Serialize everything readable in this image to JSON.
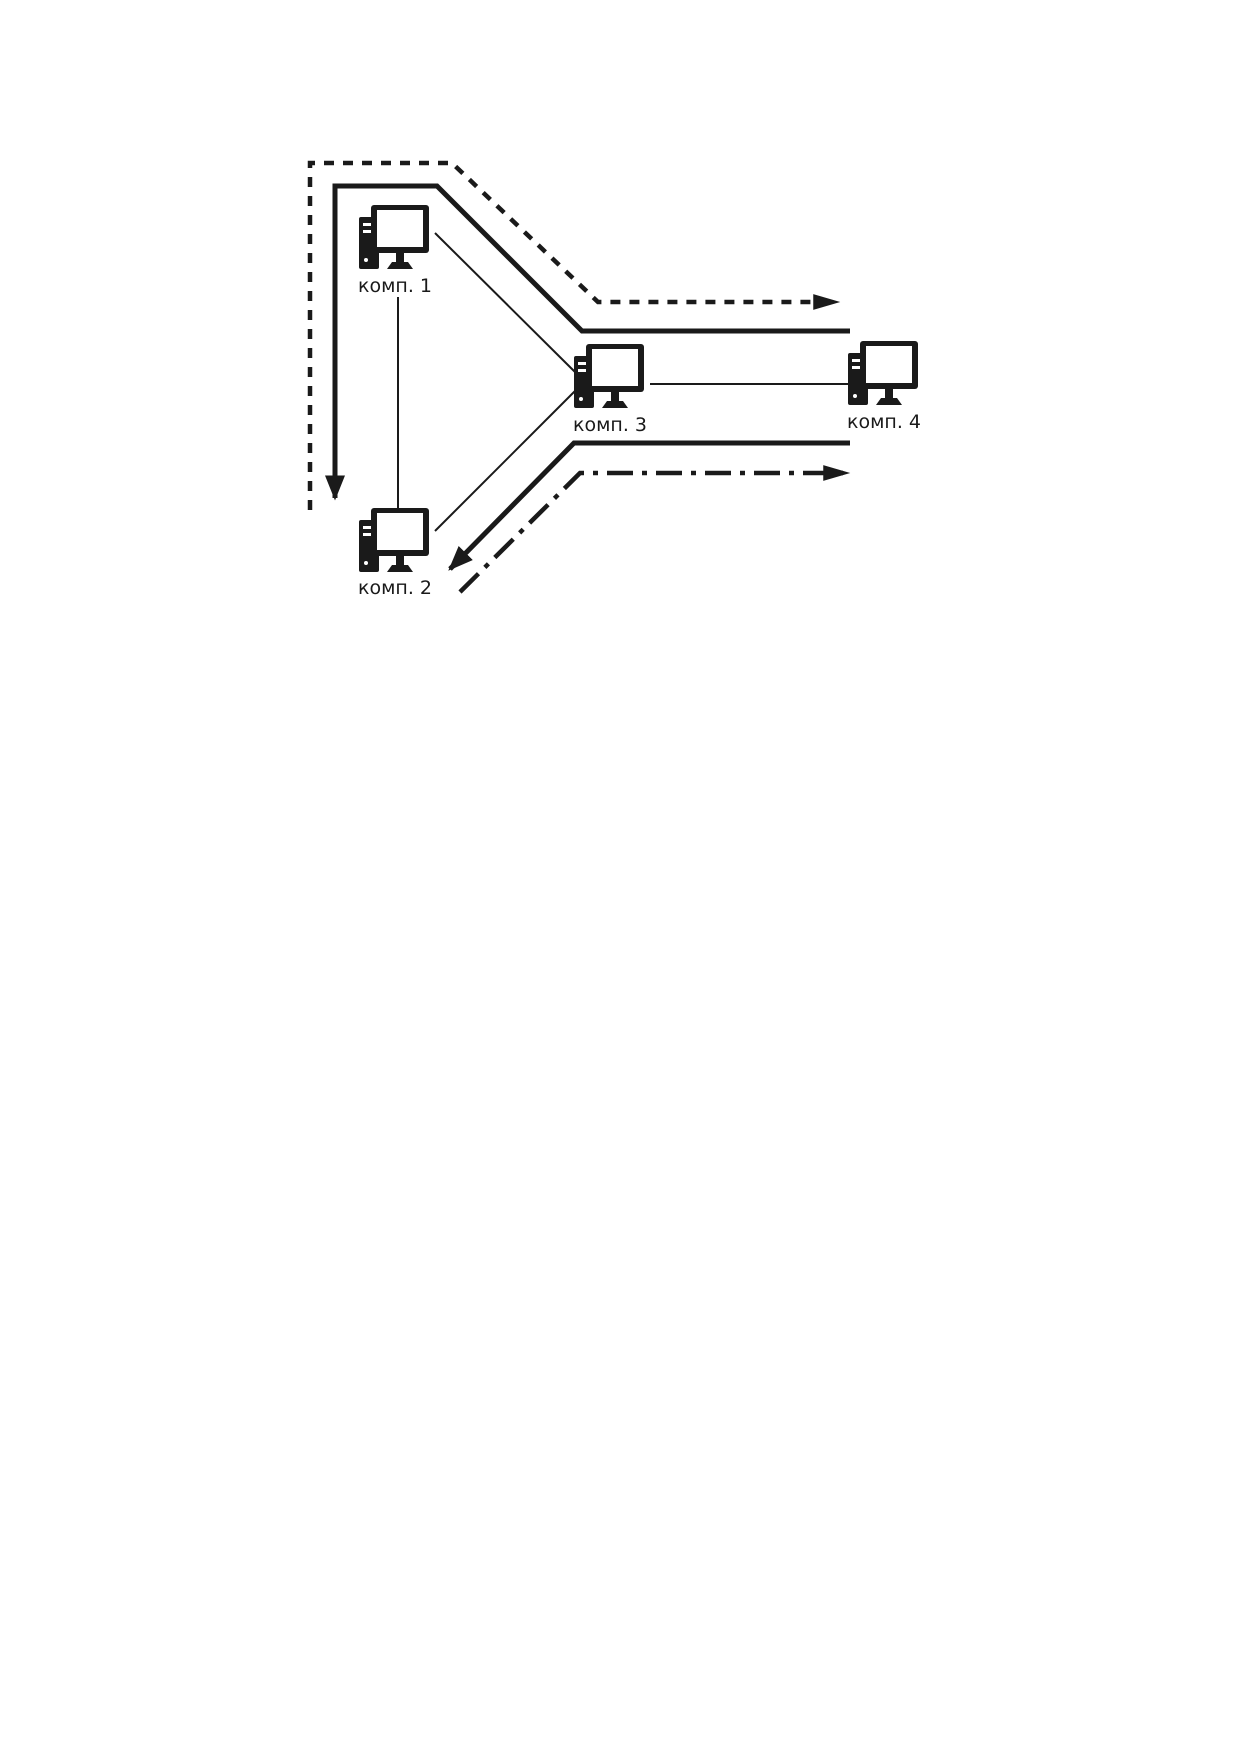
{
  "diagram": {
    "ink_color": "#1a1a1a",
    "background": "#ffffff",
    "nodes": [
      {
        "id": "comp1",
        "label": "комп. 1",
        "icon": "desktop-computer-icon"
      },
      {
        "id": "comp2",
        "label": "комп. 2",
        "icon": "desktop-computer-icon"
      },
      {
        "id": "comp3",
        "label": "комп. 3",
        "icon": "desktop-computer-icon"
      },
      {
        "id": "comp4",
        "label": "комп. 4",
        "icon": "desktop-computer-icon"
      }
    ],
    "links": [
      {
        "from": "comp1",
        "to": "comp2"
      },
      {
        "from": "comp1",
        "to": "comp3"
      },
      {
        "from": "comp2",
        "to": "comp3"
      },
      {
        "from": "comp3",
        "to": "comp4"
      }
    ],
    "routes": [
      {
        "style": "dotted",
        "direction": "right",
        "arrow": true
      },
      {
        "style": "solid-thick",
        "direction": "down",
        "arrow": true
      },
      {
        "style": "solid-thick",
        "direction": "down-left",
        "arrow": true
      },
      {
        "style": "dash-dot",
        "direction": "right",
        "arrow": true
      }
    ]
  }
}
